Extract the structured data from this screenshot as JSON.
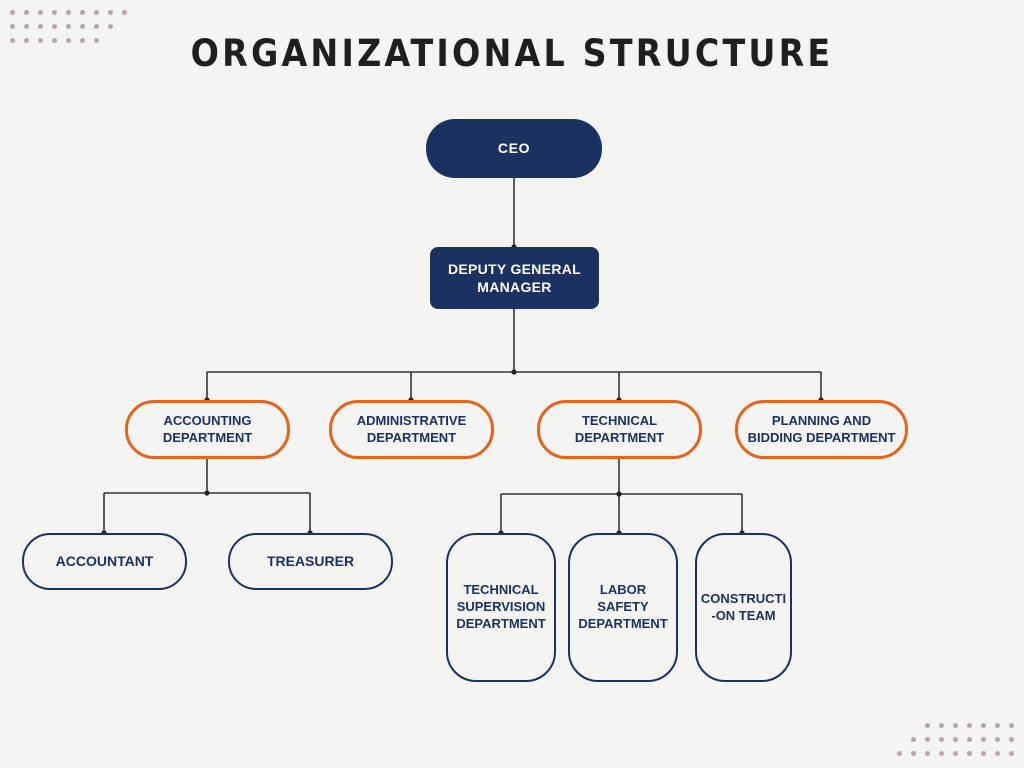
{
  "page": {
    "title": "ORGANIZATIONAL STRUCTURE",
    "background_color": "#f4f4f3",
    "navy": "#1b3260",
    "orange": "#e8621f",
    "dot_color": "#b7a7a5",
    "connector_color": "#333333"
  },
  "decor": {
    "top_left_dots": {
      "name": "dot-grid-top-left",
      "rows": [
        9,
        8,
        7
      ]
    },
    "bottom_right_dots": {
      "name": "dot-grid-bottom-right",
      "rows": [
        7,
        8,
        9
      ]
    }
  },
  "chart_data": {
    "type": "diagram",
    "diagram_type": "organizational-chart",
    "title": "ORGANIZATIONAL STRUCTURE",
    "nodes": [
      {
        "id": "ceo",
        "label": "CEO",
        "level": 0,
        "style": "filled-navy"
      },
      {
        "id": "deputy",
        "label": "DEPUTY GENERAL\nMANAGER",
        "level": 1,
        "style": "filled-navy"
      },
      {
        "id": "accounting",
        "label": "ACCOUNTING\nDEPARTMENT",
        "level": 2,
        "style": "outline-orange"
      },
      {
        "id": "administrative",
        "label": "ADMINISTRATIVE\nDEPARTMENT",
        "level": 2,
        "style": "outline-orange"
      },
      {
        "id": "technical",
        "label": "TECHNICAL\nDEPARTMENT",
        "level": 2,
        "style": "outline-orange"
      },
      {
        "id": "planning",
        "label": "PLANNING AND\nBIDDING DEPARTMENT",
        "level": 2,
        "style": "outline-orange"
      },
      {
        "id": "accountant",
        "label": "ACCOUNTANT",
        "level": 3,
        "style": "outline-navy"
      },
      {
        "id": "treasurer",
        "label": "TREASURER",
        "level": 3,
        "style": "outline-navy"
      },
      {
        "id": "tech_supervision",
        "label": "TECHNICAL\nSUPERVISION\nDEPARTMENT",
        "level": 3,
        "style": "outline-navy"
      },
      {
        "id": "labor_safety",
        "label": "LABOR\nSAFETY\nDEPARTMENT",
        "level": 3,
        "style": "outline-navy"
      },
      {
        "id": "construction",
        "label": "CONSTRUCTI\n-ON TEAM",
        "level": 3,
        "style": "outline-navy"
      }
    ],
    "edges": [
      {
        "from": "ceo",
        "to": "deputy"
      },
      {
        "from": "deputy",
        "to": "accounting"
      },
      {
        "from": "deputy",
        "to": "administrative"
      },
      {
        "from": "deputy",
        "to": "technical"
      },
      {
        "from": "deputy",
        "to": "planning"
      },
      {
        "from": "accounting",
        "to": "accountant"
      },
      {
        "from": "accounting",
        "to": "treasurer"
      },
      {
        "from": "technical",
        "to": "tech_supervision"
      },
      {
        "from": "technical",
        "to": "labor_safety"
      },
      {
        "from": "technical",
        "to": "construction"
      }
    ]
  }
}
